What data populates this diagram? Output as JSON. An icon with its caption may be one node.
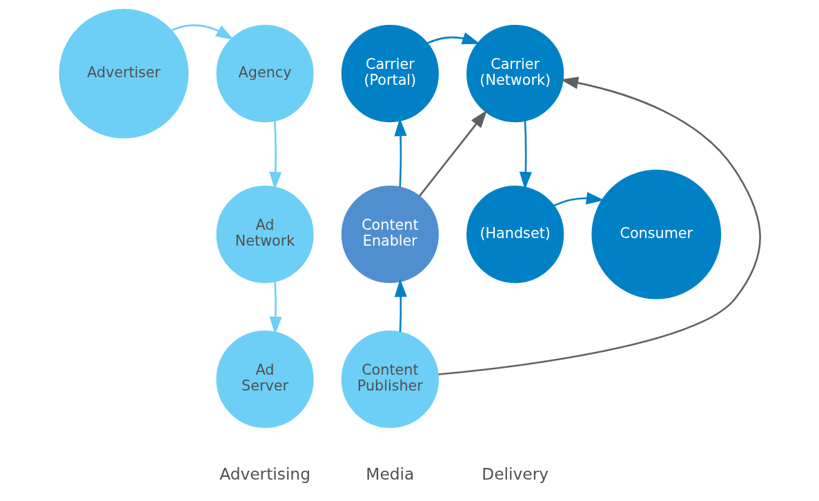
{
  "diagram": {
    "nodes": [
      {
        "text": [
          "Advertiser"
        ]
      },
      {
        "text": [
          "Agency"
        ]
      },
      {
        "text": [
          "Ad Network"
        ]
      },
      {
        "text": [
          "Ad Server"
        ]
      },
      {
        "text": [
          "Carrier (Portal)"
        ]
      },
      {
        "text": [
          "Content Enabler"
        ]
      },
      {
        "text": [
          "Content Publisher"
        ]
      },
      {
        "text": [
          "Carrier (Network)"
        ]
      },
      {
        "text": [
          "(Handset)"
        ]
      },
      {
        "text": [
          "Consumer"
        ]
      }
    ],
    "edges": [
      {
        "from": 0,
        "to": 1,
        "arrow": "to",
        "color": "#6dcff6"
      },
      {
        "from": 1,
        "to": 2,
        "arrow": "to",
        "color": "#6dcff6"
      },
      {
        "from": 2,
        "to": 3,
        "arrow": "to",
        "color": "#6dcff6"
      },
      {
        "from": 6,
        "to": 5,
        "arrow": "to"
      },
      {
        "from": 5,
        "to": 4,
        "arrow": "to"
      },
      {
        "from": 4,
        "to": 7,
        "arrow": "to"
      },
      {
        "from": 5,
        "to": 7,
        "arrow": "to",
        "color": "#606060"
      },
      {
        "from": 6,
        "to": 7,
        "arrow": "to",
        "color": "#606060"
      },
      {
        "from": 7,
        "to": 8,
        "arrow": "to"
      },
      {
        "from": 8,
        "to": 9,
        "arrow": "to"
      }
    ],
    "labels": [
      "Advertising",
      "Media",
      "Delivery"
    ]
  }
}
